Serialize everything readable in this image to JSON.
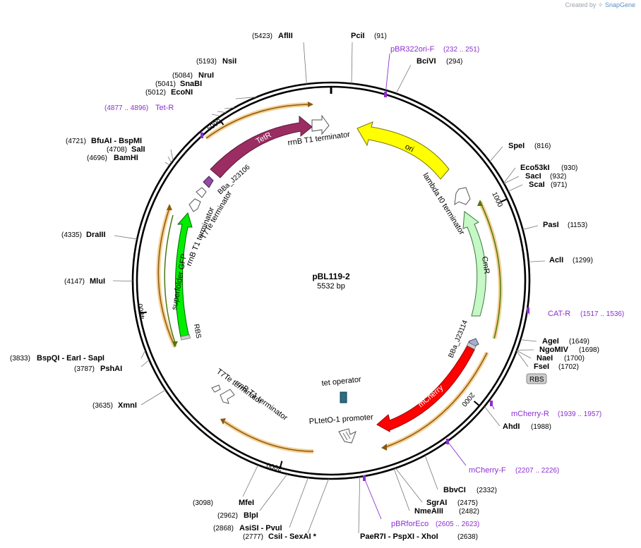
{
  "brand": {
    "created_by": "Created by",
    "app": "SnapGene"
  },
  "plasmid": {
    "name": "pBL119-2",
    "size_label": "5532 bp",
    "length": 5532
  },
  "ticks": [
    {
      "pos": 1000,
      "label": "1000"
    },
    {
      "pos": 2000,
      "label": "2000"
    },
    {
      "pos": 3000,
      "label": "3000"
    },
    {
      "pos": 4000,
      "label": "4000"
    },
    {
      "pos": 5000,
      "label": "5000"
    }
  ],
  "sites": [
    {
      "name": "AflII",
      "pos_label": "(5423)"
    },
    {
      "name": "PciI",
      "pos_label": "(91)"
    },
    {
      "name": "BciVI",
      "pos_label": "(294)"
    },
    {
      "name": "SpeI",
      "pos_label": "(816)"
    },
    {
      "name": "Eco53kI",
      "pos_label": "(930)"
    },
    {
      "name": "SacI",
      "pos_label": "(932)"
    },
    {
      "name": "ScaI",
      "pos_label": "(971)"
    },
    {
      "name": "PasI",
      "pos_label": "(1153)"
    },
    {
      "name": "AclI",
      "pos_label": "(1299)"
    },
    {
      "name": "AgeI",
      "pos_label": "(1649)"
    },
    {
      "name": "NgoMIV",
      "pos_label": "(1698)"
    },
    {
      "name": "NaeI",
      "pos_label": "(1700)"
    },
    {
      "name": "FseI",
      "pos_label": "(1702)"
    },
    {
      "name": "AhdI",
      "pos_label": "(1988)"
    },
    {
      "name": "BbvCI",
      "pos_label": "(2332)"
    },
    {
      "name": "SgrAI",
      "pos_label": "(2475)"
    },
    {
      "name": "NmeAIII",
      "pos_label": "(2482)"
    },
    {
      "name": "PaeR7I - PspXI - XhoI",
      "pos_label": "(2638)"
    },
    {
      "name": "CsiI - SexAI *",
      "pos_label": "(2777)"
    },
    {
      "name": "AsiSI - PvuI",
      "pos_label": "(2868)"
    },
    {
      "name": "BlpI",
      "pos_label": "(2962)"
    },
    {
      "name": "MfeI",
      "pos_label": "(3098)"
    },
    {
      "name": "XmnI",
      "pos_label": "(3635)"
    },
    {
      "name": "PshAI",
      "pos_label": "(3787)"
    },
    {
      "name": "BspQI - EarI - SapI",
      "pos_label": "(3833)"
    },
    {
      "name": "MluI",
      "pos_label": "(4147)"
    },
    {
      "name": "DraIII",
      "pos_label": "(4335)"
    },
    {
      "name": "BamHI",
      "pos_label": "(4696)"
    },
    {
      "name": "SalI",
      "pos_label": "(4708)"
    },
    {
      "name": "BfuAI - BspMI",
      "pos_label": "(4721)"
    },
    {
      "name": "EcoNI",
      "pos_label": "(5012)"
    },
    {
      "name": "SnaBI",
      "pos_label": "(5041)"
    },
    {
      "name": "NruI",
      "pos_label": "(5084)"
    },
    {
      "name": "NsiI",
      "pos_label": "(5193)"
    }
  ],
  "primers": [
    {
      "name": "pBR322ori-F",
      "range": "(232 .. 251)"
    },
    {
      "name": "CAT-R",
      "range": "(1517 .. 1536)"
    },
    {
      "name": "mCherry-R",
      "range": "(1939 .. 1957)"
    },
    {
      "name": "mCherry-F",
      "range": "(2207 .. 2226)"
    },
    {
      "name": "pBRforEco",
      "range": "(2605 .. 2623)"
    },
    {
      "name": "Tet-R",
      "range": "(4877 .. 4896)"
    }
  ],
  "features": {
    "tetr": "TetR",
    "ori": "ori",
    "cmr": "CmR",
    "mcherry": "mCherry",
    "sfgfp": "superfolder GFP",
    "rbs_box": "RBS",
    "rbs_left": "RBS",
    "bba_j23106": "BBa_J23106",
    "bba_j23114": "BBa_J23114",
    "rrnb_top": "rrnB T1 terminator",
    "lambda_t0": "lambda t0 terminator",
    "tet_operator": "tet operator",
    "pltet": "PLtetO-1 promoter",
    "t7te_bottom": "T7Te terminator",
    "rrnb_bottom": "rrnB T1 terminator",
    "rrnb_left": "rrnB T1 terminator",
    "t7te_left": "T7Te terminator"
  },
  "colors": {
    "tetr": "#9b2d62",
    "ori": "#ffff00",
    "cmr": "#c6f7c6",
    "mcherry": "#ff0000",
    "sfgfp": "#00ee00",
    "orange_arc": "#f2b35a",
    "primer": "#8b2fd0",
    "promoter": "#8f4f9e",
    "bba_j23114": "#a3aed8"
  }
}
